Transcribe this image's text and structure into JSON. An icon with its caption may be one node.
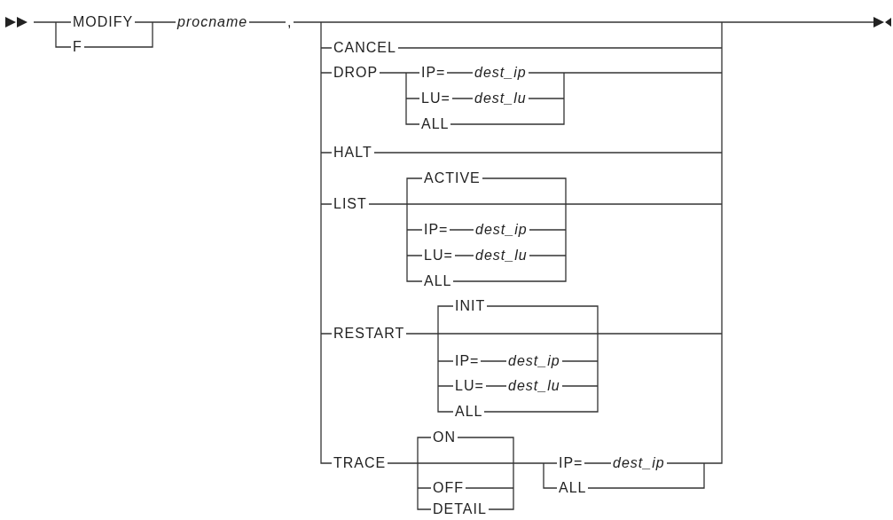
{
  "diagram": {
    "labels": [
      "MODIFY",
      "procname",
      ",",
      "F",
      "CANCEL",
      "DROP",
      "IP=",
      "dest_ip",
      "LU=",
      "dest_lu",
      "ALL",
      "HALT",
      "ACTIVE",
      "LIST",
      "IP=",
      "dest_ip",
      "LU=",
      "dest_lu",
      "ALL",
      "INIT",
      "RESTART",
      "IP=",
      "dest_ip",
      "LU=",
      "dest_lu",
      "ALL",
      "ON",
      "TRACE",
      "IP=",
      "dest_ip",
      "OFF",
      "ALL",
      "DETAIL"
    ]
  }
}
